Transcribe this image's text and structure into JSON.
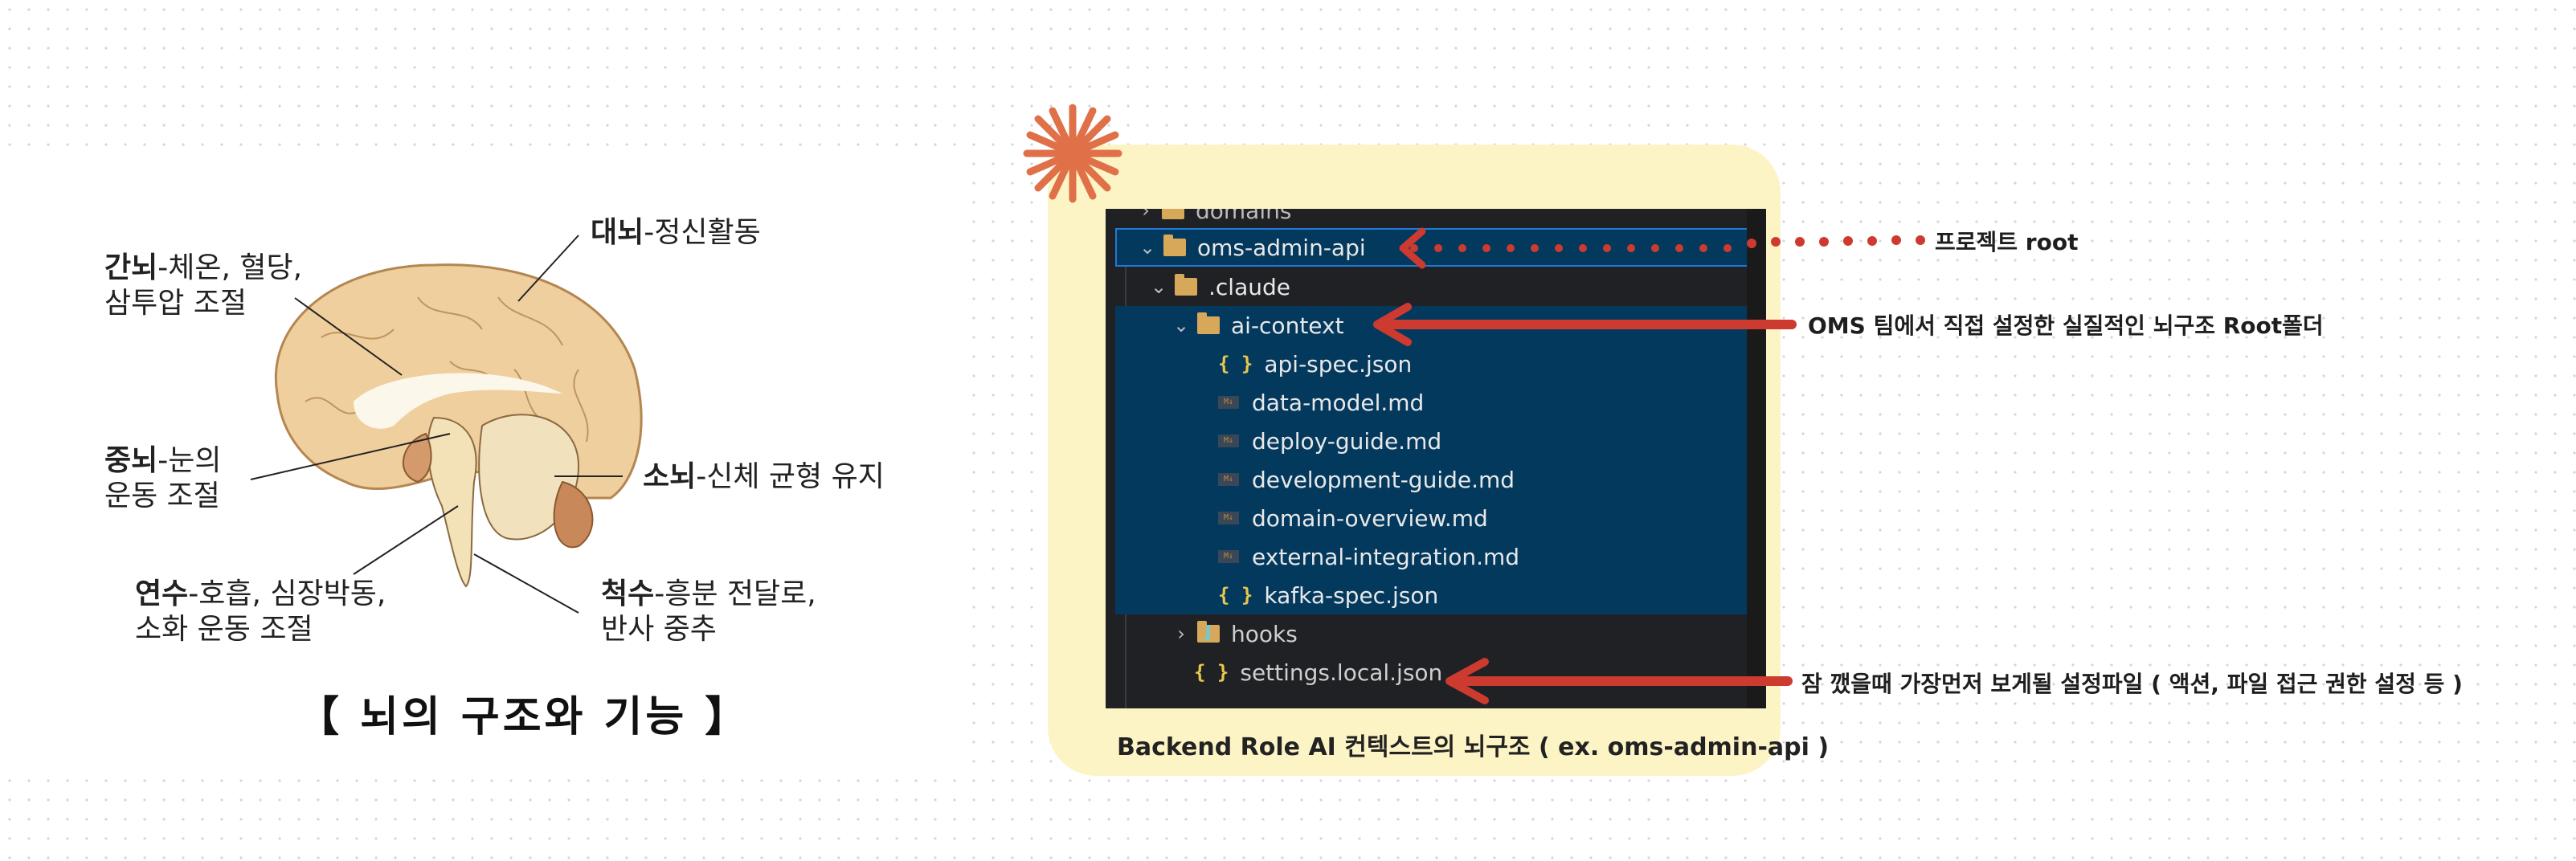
{
  "brain_diagram": {
    "labels": {
      "diencephalon": {
        "term": "간뇌",
        "desc_line1": "-체온, 혈당,",
        "desc_line2": "삼투압 조절"
      },
      "cerebrum": {
        "term": "대뇌",
        "desc": "-정신활동"
      },
      "midbrain": {
        "term": "중뇌",
        "desc_line1": "-눈의",
        "desc_line2": "운동 조절"
      },
      "cerebellum": {
        "term": "소뇌",
        "desc": "-신체 균형 유지"
      },
      "medulla": {
        "term": "연수",
        "desc_line1": "-호흡, 심장박동,",
        "desc_line2": "소화 운동 조절"
      },
      "spinal_cord": {
        "term": "척수",
        "desc_line1": "-흥분 전달로,",
        "desc_line2": "반사 중추"
      }
    },
    "title": "【 뇌의 구조와 기능 】"
  },
  "explorer": {
    "items": [
      {
        "name": "domains",
        "type": "folder",
        "state": "collapsed"
      },
      {
        "name": "oms-admin-api",
        "type": "folder",
        "state": "expanded"
      },
      {
        "name": ".claude",
        "type": "folder",
        "state": "expanded"
      },
      {
        "name": "ai-context",
        "type": "folder",
        "state": "expanded"
      },
      {
        "name": "api-spec.json",
        "type": "json"
      },
      {
        "name": "data-model.md",
        "type": "markdown"
      },
      {
        "name": "deploy-guide.md",
        "type": "markdown"
      },
      {
        "name": "development-guide.md",
        "type": "markdown"
      },
      {
        "name": "domain-overview.md",
        "type": "markdown"
      },
      {
        "name": "external-integration.md",
        "type": "markdown"
      },
      {
        "name": "kafka-spec.json",
        "type": "json"
      },
      {
        "name": "hooks",
        "type": "folder",
        "state": "collapsed"
      },
      {
        "name": "settings.local.json",
        "type": "json"
      }
    ],
    "icons": {
      "chevron_down": "⌄",
      "chevron_right": "›",
      "json": "{ }",
      "markdown": "M↓"
    }
  },
  "annotations": {
    "project_root": "프로젝트 root",
    "ai_context": "OMS 팀에서 직접 설정한 실질적인 뇌구조 Root폴더",
    "settings": "잠 깼을때 가장먼저 보게될 설정파일 ( 액션, 파일 접근 권한 설정 등 )"
  },
  "caption": "Backend Role AI 컨텍스트의 뇌구조 ( ex. oms-admin-api  )",
  "colors": {
    "card_bg": "#fdf4c6",
    "sparkle": "#e07048",
    "arrow": "#cc3a30",
    "selection": "#04395e",
    "explorer_bg": "#202124"
  }
}
